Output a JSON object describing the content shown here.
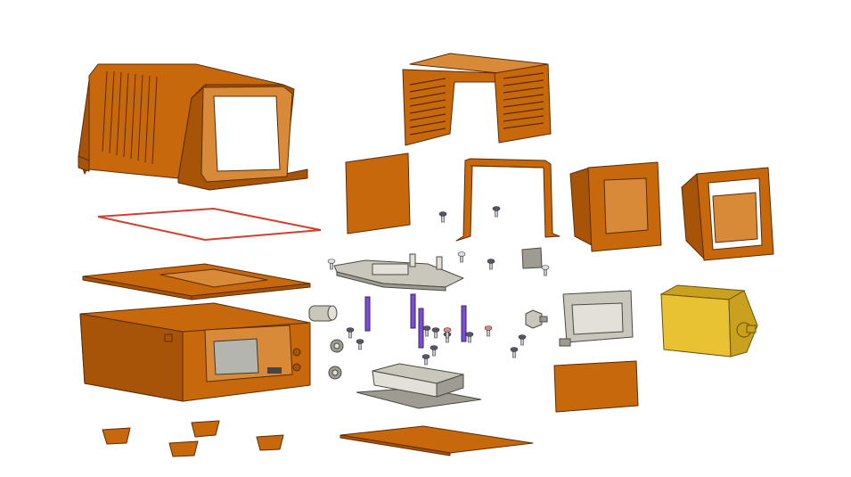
{
  "colors": {
    "housing_orange": "#c8680c",
    "gasket_red": "#d04030",
    "metal_gray": "#c9c6bc",
    "standoff_purple": "#7a50d0",
    "junction_box_yellow": "#e8c232",
    "background": "#ffffff"
  },
  "parts": [
    "upper-housing",
    "gasket",
    "mid-plate",
    "lower-enclosure",
    "feet",
    "vented-cover",
    "square-panel",
    "u-bracket",
    "front-frame",
    "hood",
    "pcb",
    "small-plate",
    "cylinder-spacer",
    "standoffs",
    "screws",
    "knobs",
    "display-module",
    "junction-box",
    "orange-panel",
    "heatsink",
    "base-plate"
  ]
}
